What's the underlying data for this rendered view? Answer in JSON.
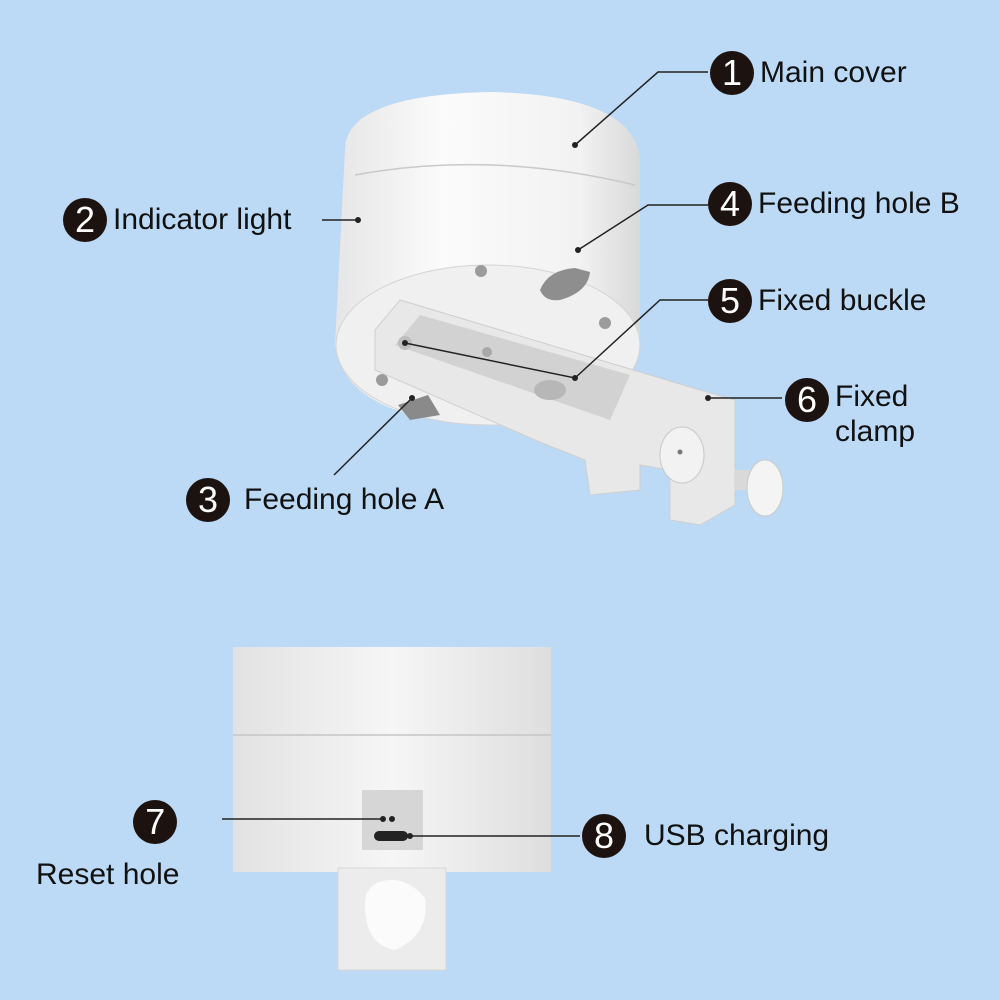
{
  "background_color": "#bcdaf5",
  "badge_color": "#1c1210",
  "parts": [
    {
      "number": "1",
      "label": "Main cover"
    },
    {
      "number": "2",
      "label": "Indicator light"
    },
    {
      "number": "3",
      "label": "Feeding hole A"
    },
    {
      "number": "4",
      "label": "Feeding hole B"
    },
    {
      "number": "5",
      "label": "Fixed buckle"
    },
    {
      "number": "6",
      "label_line1": "Fixed",
      "label_line2": "clamp"
    },
    {
      "number": "7",
      "label": "Reset hole"
    },
    {
      "number": "8",
      "label": "USB charging"
    }
  ]
}
